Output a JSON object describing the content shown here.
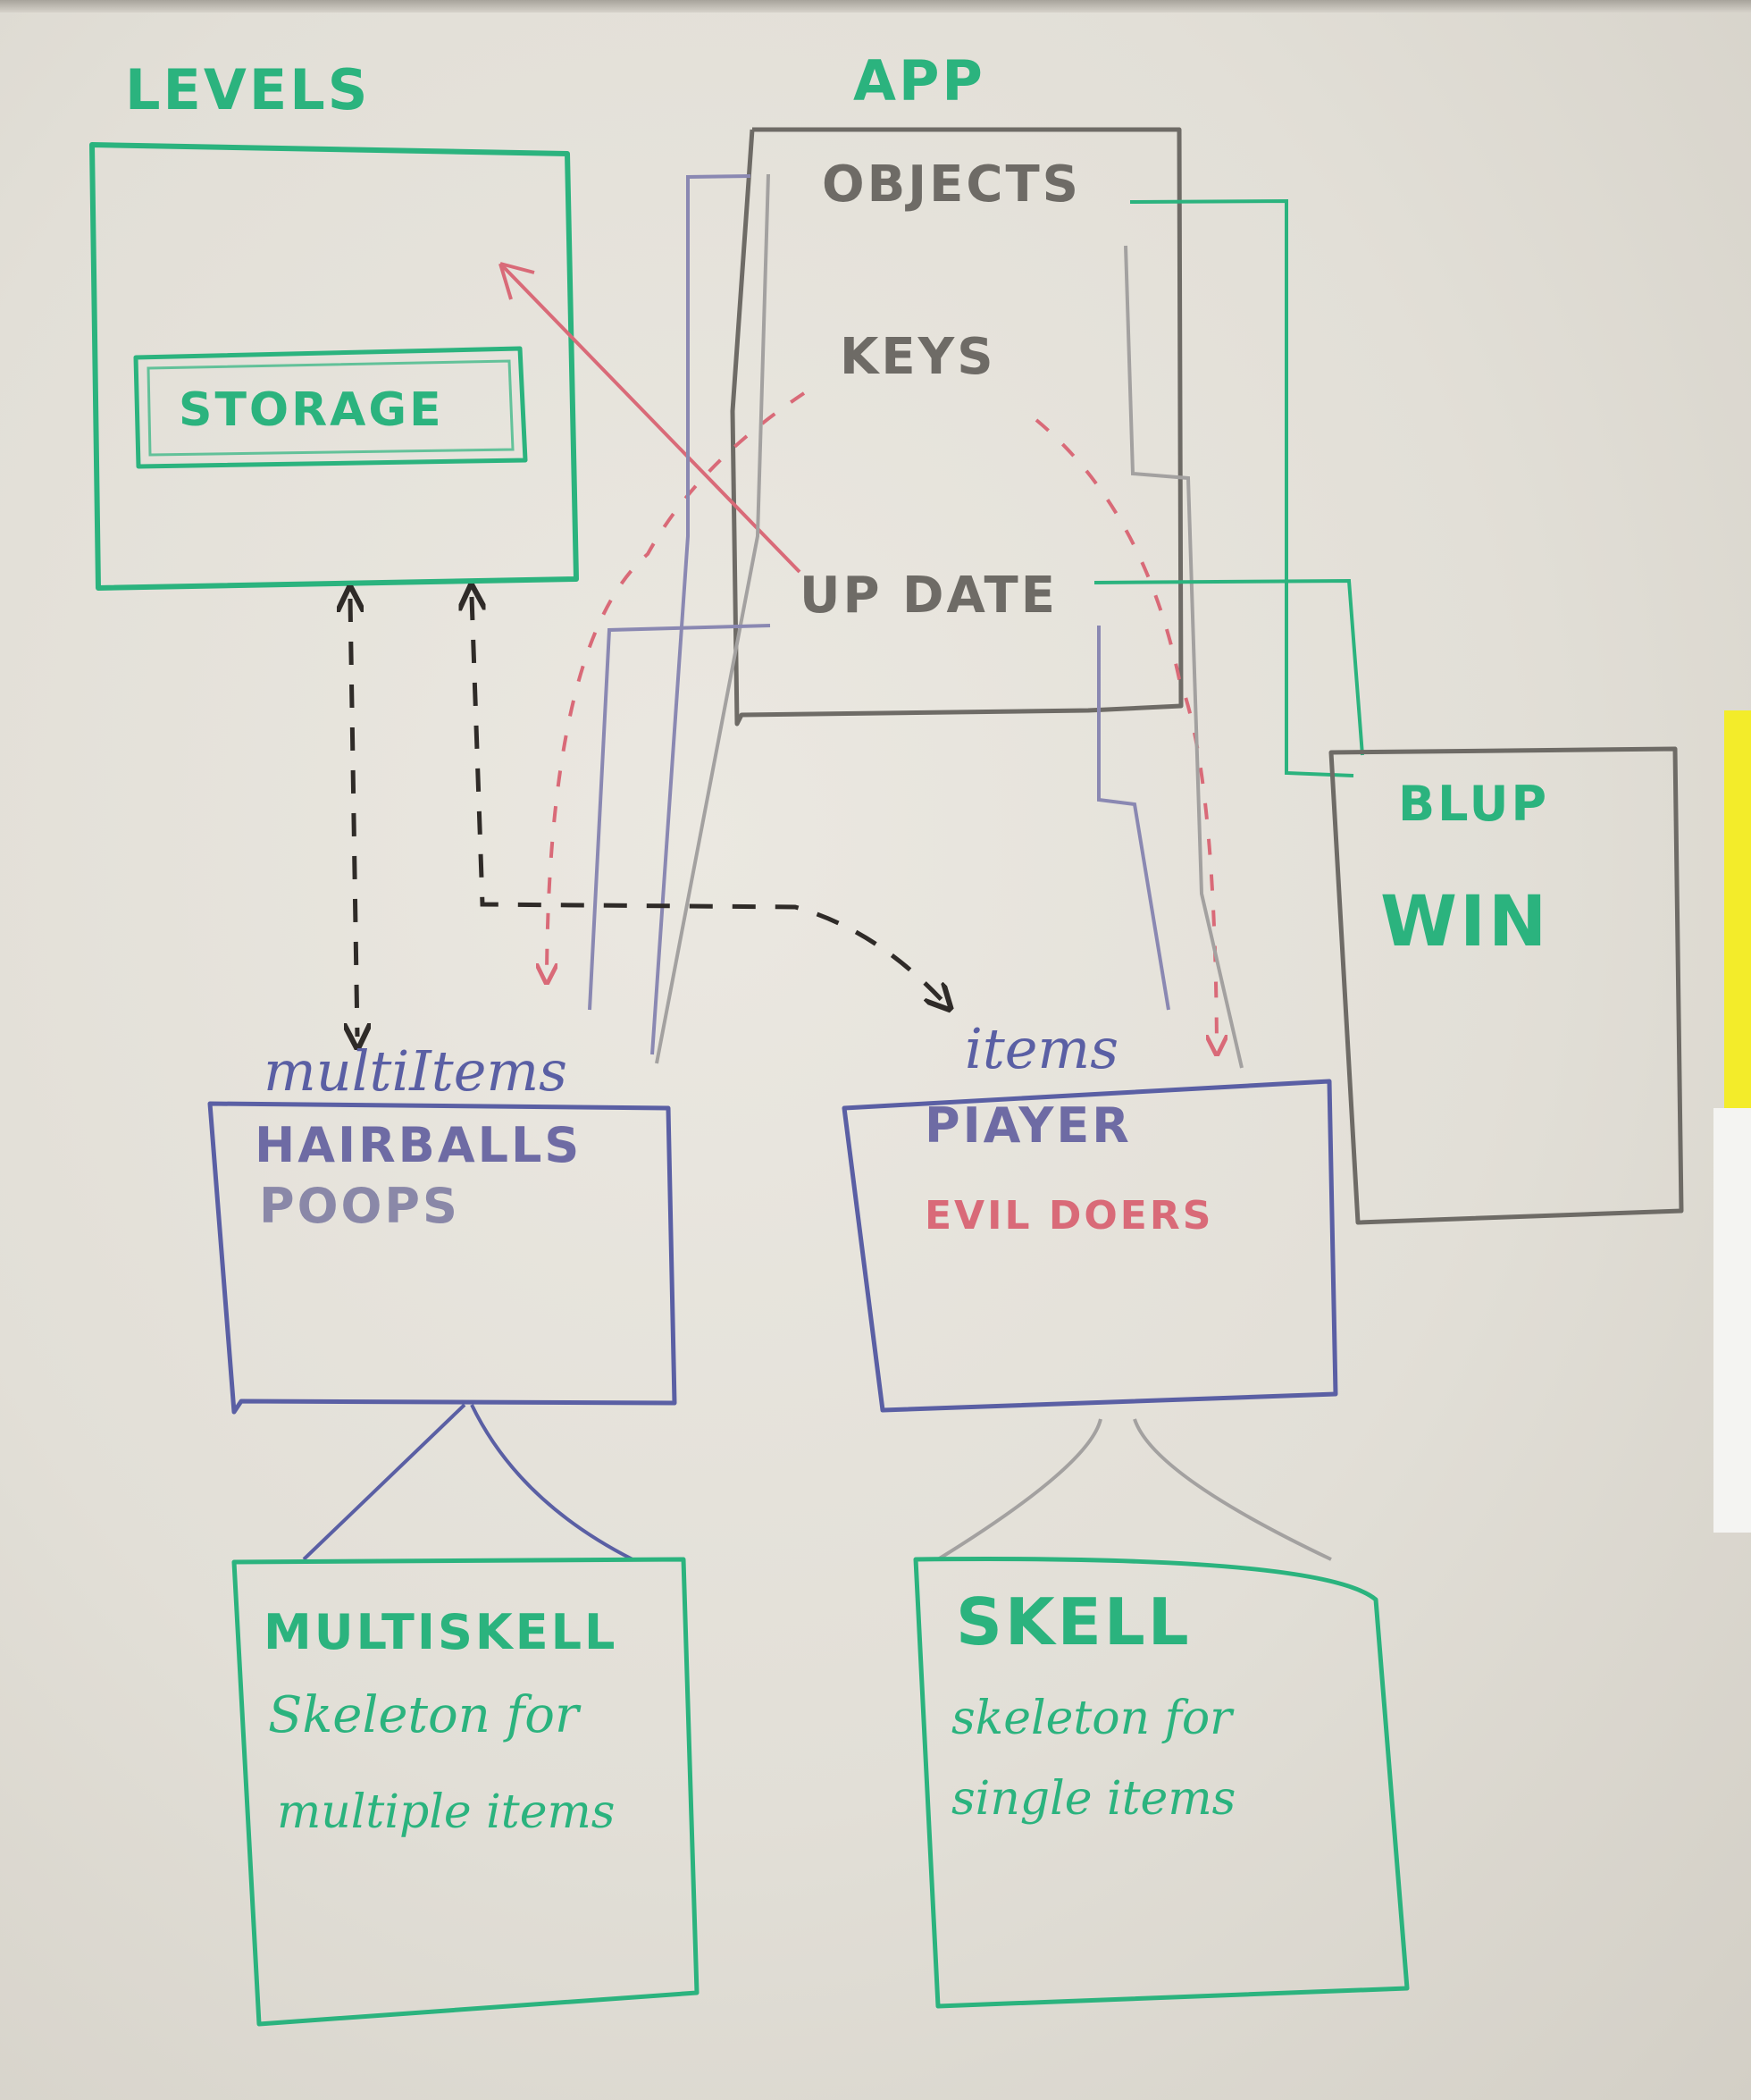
{
  "levels": {
    "title": "LEVELS",
    "storage_label": "STORAGE"
  },
  "app": {
    "title": "APP",
    "objects_label": "OBJECTS",
    "keys_label": "KEYS",
    "update_label": "UP DATE"
  },
  "blup": {
    "title": "BLUP",
    "subtitle": "WIN"
  },
  "multi_items": {
    "name": "multiItems",
    "entries": [
      "HAIRBALLS",
      "POOPS"
    ]
  },
  "items": {
    "name": "items",
    "player_label": "PIAYER",
    "evildoers_label": "EVIL DOERS"
  },
  "multiskell": {
    "title": "MULTISKELL",
    "desc_line1": "Skeleton for",
    "desc_line2": "multiple items"
  },
  "skell": {
    "title": "SKELL",
    "desc_line1": "skeleton for",
    "desc_line2": "single items"
  },
  "colors": {
    "green": "#2bb37e",
    "gray": "#6e6b66",
    "blue": "#5a5fa4",
    "pink": "#d96a78",
    "black": "#2f2b28"
  }
}
